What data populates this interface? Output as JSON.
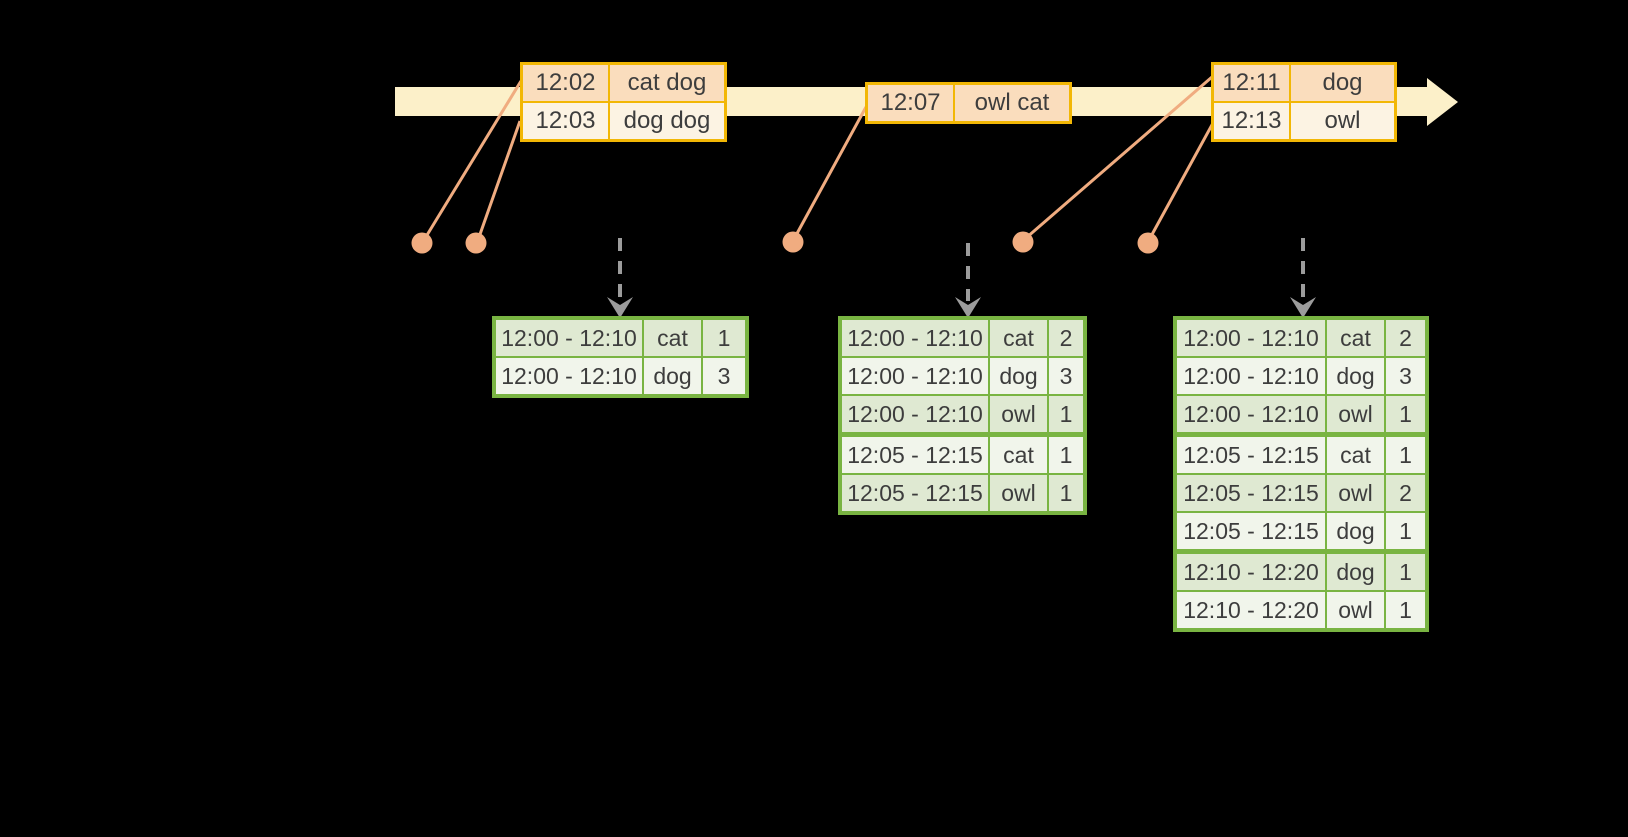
{
  "events": [
    {
      "rows": [
        {
          "time": "12:02",
          "words": "cat dog"
        },
        {
          "time": "12:03",
          "words": "dog dog"
        }
      ]
    },
    {
      "rows": [
        {
          "time": "12:07",
          "words": "owl cat"
        }
      ]
    },
    {
      "rows": [
        {
          "time": "12:11",
          "words": "dog"
        },
        {
          "time": "12:13",
          "words": "owl"
        }
      ]
    }
  ],
  "results": [
    {
      "rows": [
        {
          "window": "12:00 - 12:10",
          "word": "cat",
          "count": "1"
        },
        {
          "window": "12:00 - 12:10",
          "word": "dog",
          "count": "3"
        }
      ]
    },
    {
      "rows": [
        {
          "window": "12:00 - 12:10",
          "word": "cat",
          "count": "2"
        },
        {
          "window": "12:00 - 12:10",
          "word": "dog",
          "count": "3"
        },
        {
          "window": "12:00 - 12:10",
          "word": "owl",
          "count": "1"
        },
        {
          "window": "12:05 - 12:15",
          "word": "cat",
          "count": "1"
        },
        {
          "window": "12:05 - 12:15",
          "word": "owl",
          "count": "1"
        }
      ]
    },
    {
      "rows": [
        {
          "window": "12:00 - 12:10",
          "word": "cat",
          "count": "2"
        },
        {
          "window": "12:00 - 12:10",
          "word": "dog",
          "count": "3"
        },
        {
          "window": "12:00 - 12:10",
          "word": "owl",
          "count": "1"
        },
        {
          "window": "12:05 - 12:15",
          "word": "cat",
          "count": "1"
        },
        {
          "window": "12:05 - 12:15",
          "word": "owl",
          "count": "2"
        },
        {
          "window": "12:05 - 12:15",
          "word": "dog",
          "count": "1"
        },
        {
          "window": "12:10 - 12:20",
          "word": "dog",
          "count": "1"
        },
        {
          "window": "12:10 - 12:20",
          "word": "owl",
          "count": "1"
        }
      ]
    }
  ],
  "colors": {
    "background": "#000000",
    "timeline_band": "#fcf0c9",
    "event_border": "#f2b705",
    "event_cell_dark": "#faddbd",
    "event_cell_light": "#fcf3e3",
    "result_border": "#79b442",
    "result_cell_dark": "#dfe9d2",
    "result_cell_light": "#f1f5eb",
    "marker": "#f0ac80",
    "trigger_arrow": "#9c9c9c",
    "text": "#3d3d3d"
  }
}
